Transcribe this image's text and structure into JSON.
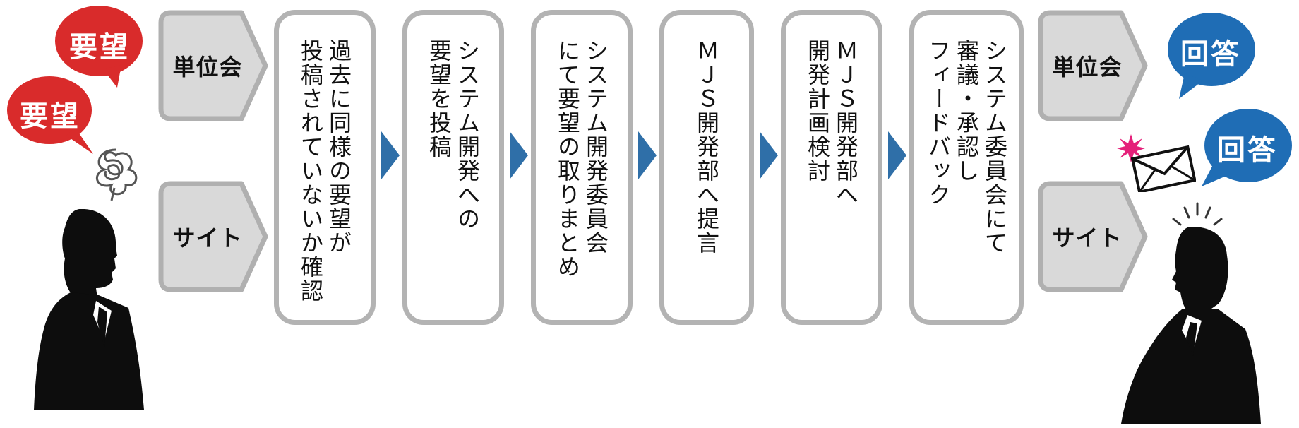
{
  "left": {
    "bubbles": [
      "要望",
      "要望"
    ],
    "channels": [
      "単位会",
      "サイト"
    ]
  },
  "steps": [
    "過去に同様の要望が\n投稿されていないか確認",
    "システム開発への\n要望を投稿",
    "システム開発委員会\nにて要望の取りまとめ",
    "ＭＪＳ開発部へ提言",
    "ＭＪＳ開発部へ\n開発計画検討",
    "システム委員会にて\n審議・承認し\nフィードバック"
  ],
  "right": {
    "channels": [
      "単位会",
      "サイト"
    ],
    "bubbles": [
      "回答",
      "回答"
    ]
  },
  "colors": {
    "request_bubble": "#d92b2b",
    "answer_bubble": "#1f6db5",
    "arrow": "#2f6fa8",
    "step_border": "#b3b3b3",
    "tag_fill": "#d9d9d9",
    "tag_border": "#b0b0b0",
    "burst": "#e5207a"
  },
  "icons": [
    "frustration-scribble-icon",
    "envelope-icon",
    "burst-icon",
    "alert-lines-icon"
  ]
}
